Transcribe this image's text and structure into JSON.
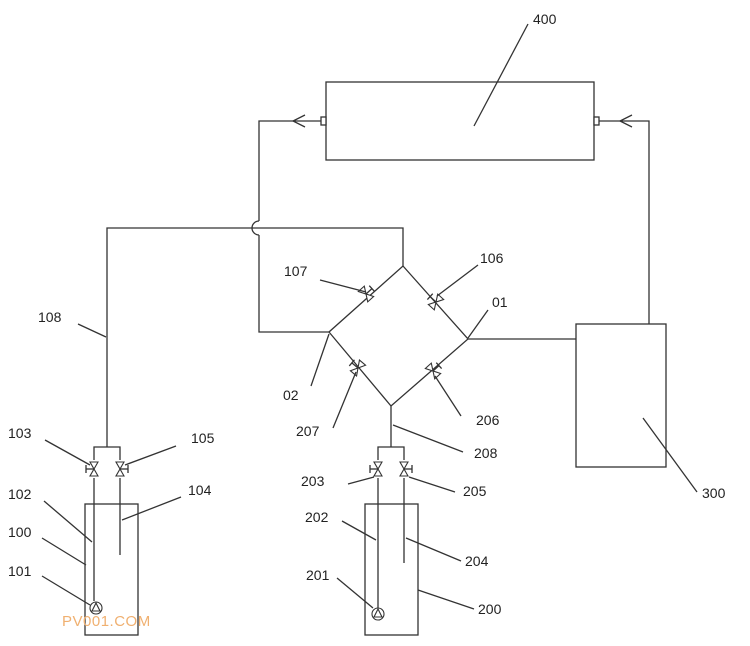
{
  "labels": {
    "l400": "400",
    "l107": "107",
    "l106": "106",
    "l01": "01",
    "l108": "108",
    "l02": "02",
    "l207": "207",
    "l206": "206",
    "l208": "208",
    "l103": "103",
    "l105": "105",
    "l102": "102",
    "l104": "104",
    "l100": "100",
    "l101": "101",
    "l203": "203",
    "l205": "205",
    "l202": "202",
    "l204": "204",
    "l201": "201",
    "l200": "200",
    "l300": "300"
  },
  "watermark": "PV001.COM"
}
